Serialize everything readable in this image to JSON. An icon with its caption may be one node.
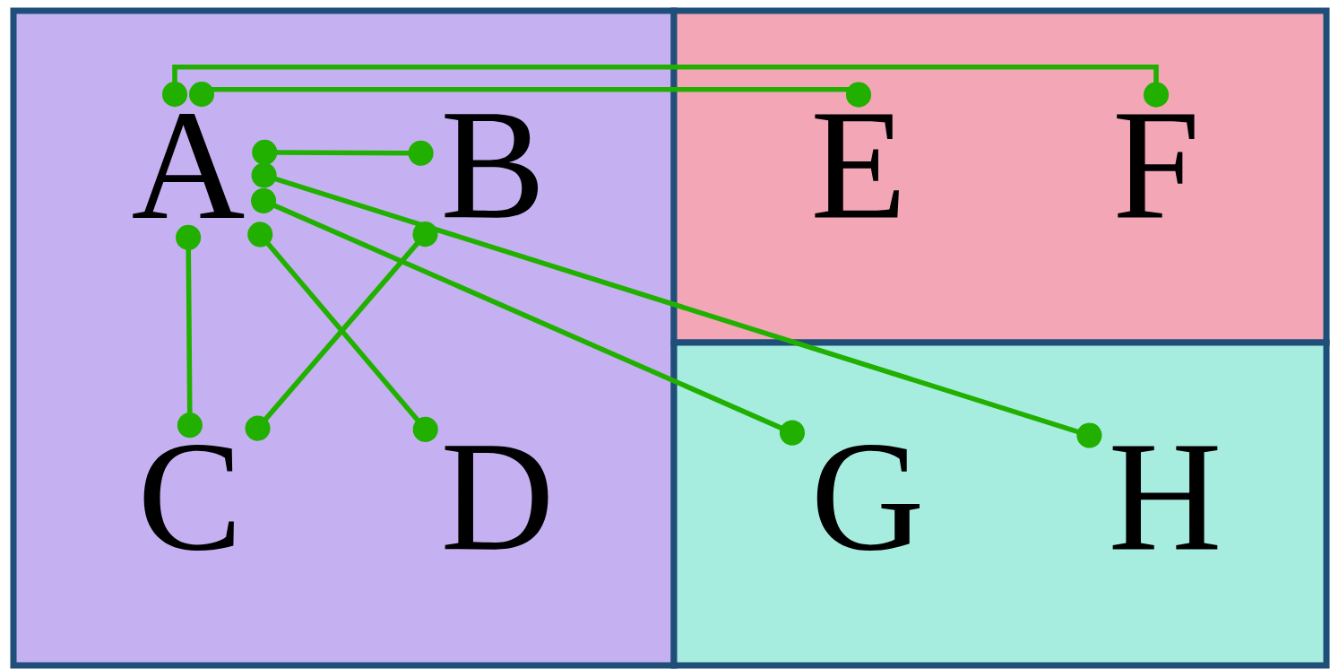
{
  "diagram": {
    "nodes": [
      {
        "text": [],
        "shape": "box"
      },
      {
        "text": [],
        "shape": "box"
      },
      {
        "text": [],
        "shape": "box"
      },
      {
        "text": [
          "A"
        ],
        "in": 0
      },
      {
        "text": [
          "B"
        ],
        "in": 0
      },
      {
        "text": [
          "C"
        ],
        "in": 0
      },
      {
        "text": [
          "D"
        ],
        "in": 0
      },
      {
        "text": [
          "E"
        ],
        "in": 1
      },
      {
        "text": [
          "F"
        ],
        "in": 1
      },
      {
        "text": [
          "G"
        ],
        "in": 2
      },
      {
        "text": [
          "H"
        ],
        "in": 2
      }
    ],
    "edges": [
      {
        "from": 3,
        "to": 7,
        "arrow": "other"
      },
      {
        "from": 3,
        "to": 8,
        "arrow": "other"
      },
      {
        "from": 3,
        "to": 4,
        "arrow": "other"
      },
      {
        "from": 3,
        "to": 5,
        "arrow": "other"
      },
      {
        "from": 4,
        "to": 5,
        "arrow": "other"
      },
      {
        "from": 3,
        "to": 6,
        "arrow": "other"
      },
      {
        "from": 3,
        "to": 9,
        "arrow": "other"
      },
      {
        "from": 3,
        "to": 10,
        "arrow": "other"
      }
    ]
  }
}
